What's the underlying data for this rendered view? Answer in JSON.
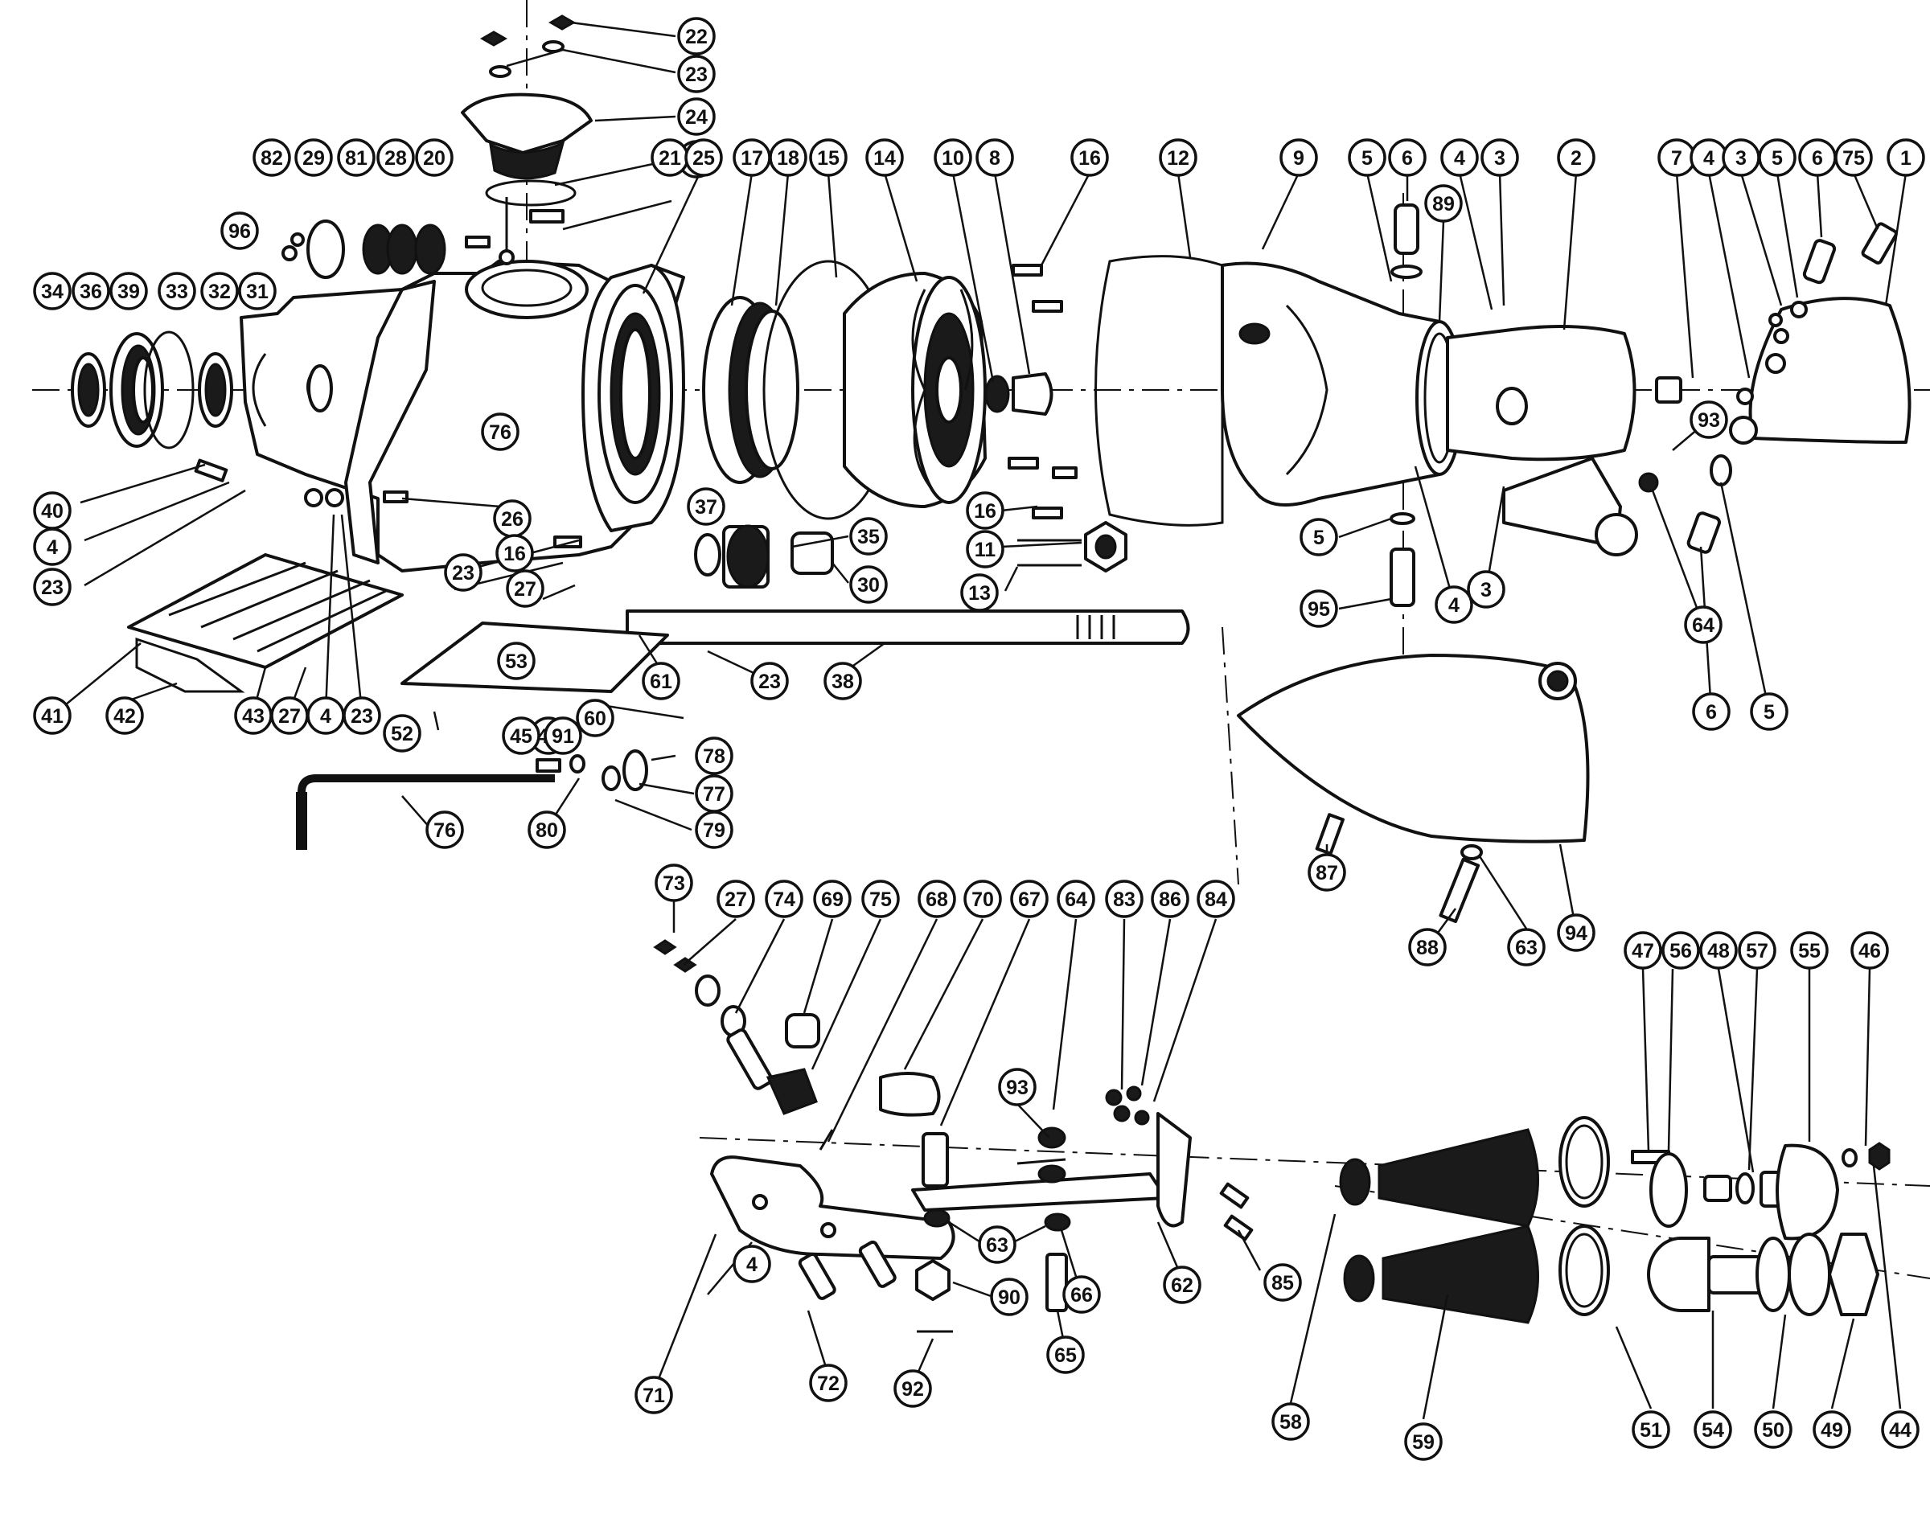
{
  "diagram": {
    "type": "exploded parts view",
    "ink_color": "#111111",
    "background_color": "#ffffff"
  },
  "callouts": [
    "22",
    "23",
    "24",
    "19",
    "21",
    "25",
    "17",
    "18",
    "15",
    "14",
    "10",
    "8",
    "16",
    "12",
    "9",
    "5",
    "6",
    "4",
    "3",
    "2",
    "7",
    "4",
    "3",
    "5",
    "6",
    "75",
    "1",
    "82",
    "29",
    "81",
    "28",
    "20",
    "96",
    "34",
    "36",
    "39",
    "33",
    "32",
    "31",
    "76",
    "89",
    "93",
    "40",
    "4",
    "23",
    "26",
    "16",
    "23",
    "27",
    "37",
    "35",
    "30",
    "16",
    "11",
    "13",
    "5",
    "95",
    "4",
    "3",
    "64",
    "6",
    "5",
    "41",
    "42",
    "43",
    "27",
    "4",
    "23",
    "53",
    "61",
    "23",
    "38",
    "52",
    "60",
    "44",
    "45",
    "91",
    "78",
    "77",
    "76",
    "80",
    "79",
    "87",
    "88",
    "63",
    "94",
    "73",
    "27",
    "74",
    "69",
    "75",
    "68",
    "70",
    "67",
    "64",
    "83",
    "86",
    "84",
    "93",
    "4",
    "63",
    "90",
    "66",
    "62",
    "85",
    "71",
    "72",
    "92",
    "65",
    "47",
    "56",
    "48",
    "57",
    "55",
    "46",
    "58",
    "59",
    "51",
    "54",
    "50",
    "49",
    "44"
  ]
}
